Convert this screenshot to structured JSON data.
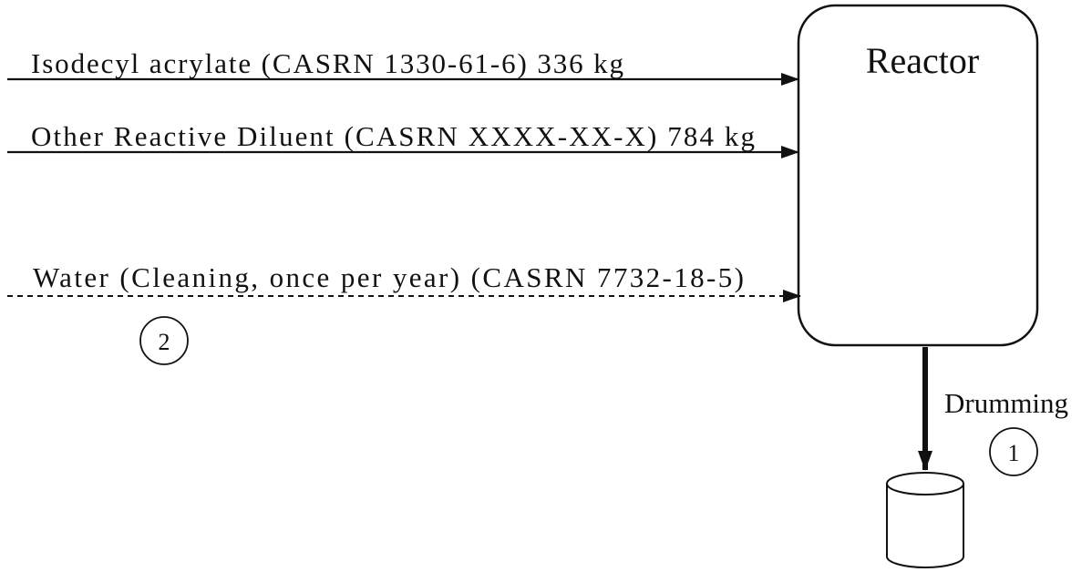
{
  "reactor": {
    "label": "Reactor"
  },
  "streams": [
    {
      "label": "Isodecyl acrylate (CASRN 1330-61-6)  336 kg",
      "line_style": "solid"
    },
    {
      "label": "Other Reactive Diluent (CASRN XXXX-XX-X)  784 kg",
      "line_style": "solid"
    },
    {
      "label": "Water (Cleaning, once per year) (CASRN 7732-18-5)",
      "line_style": "dashed"
    }
  ],
  "drumming": {
    "label": "Drumming",
    "marker": "1"
  },
  "cleaning_marker": "2",
  "colors": {
    "line": "#111111",
    "background": "#ffffff"
  }
}
